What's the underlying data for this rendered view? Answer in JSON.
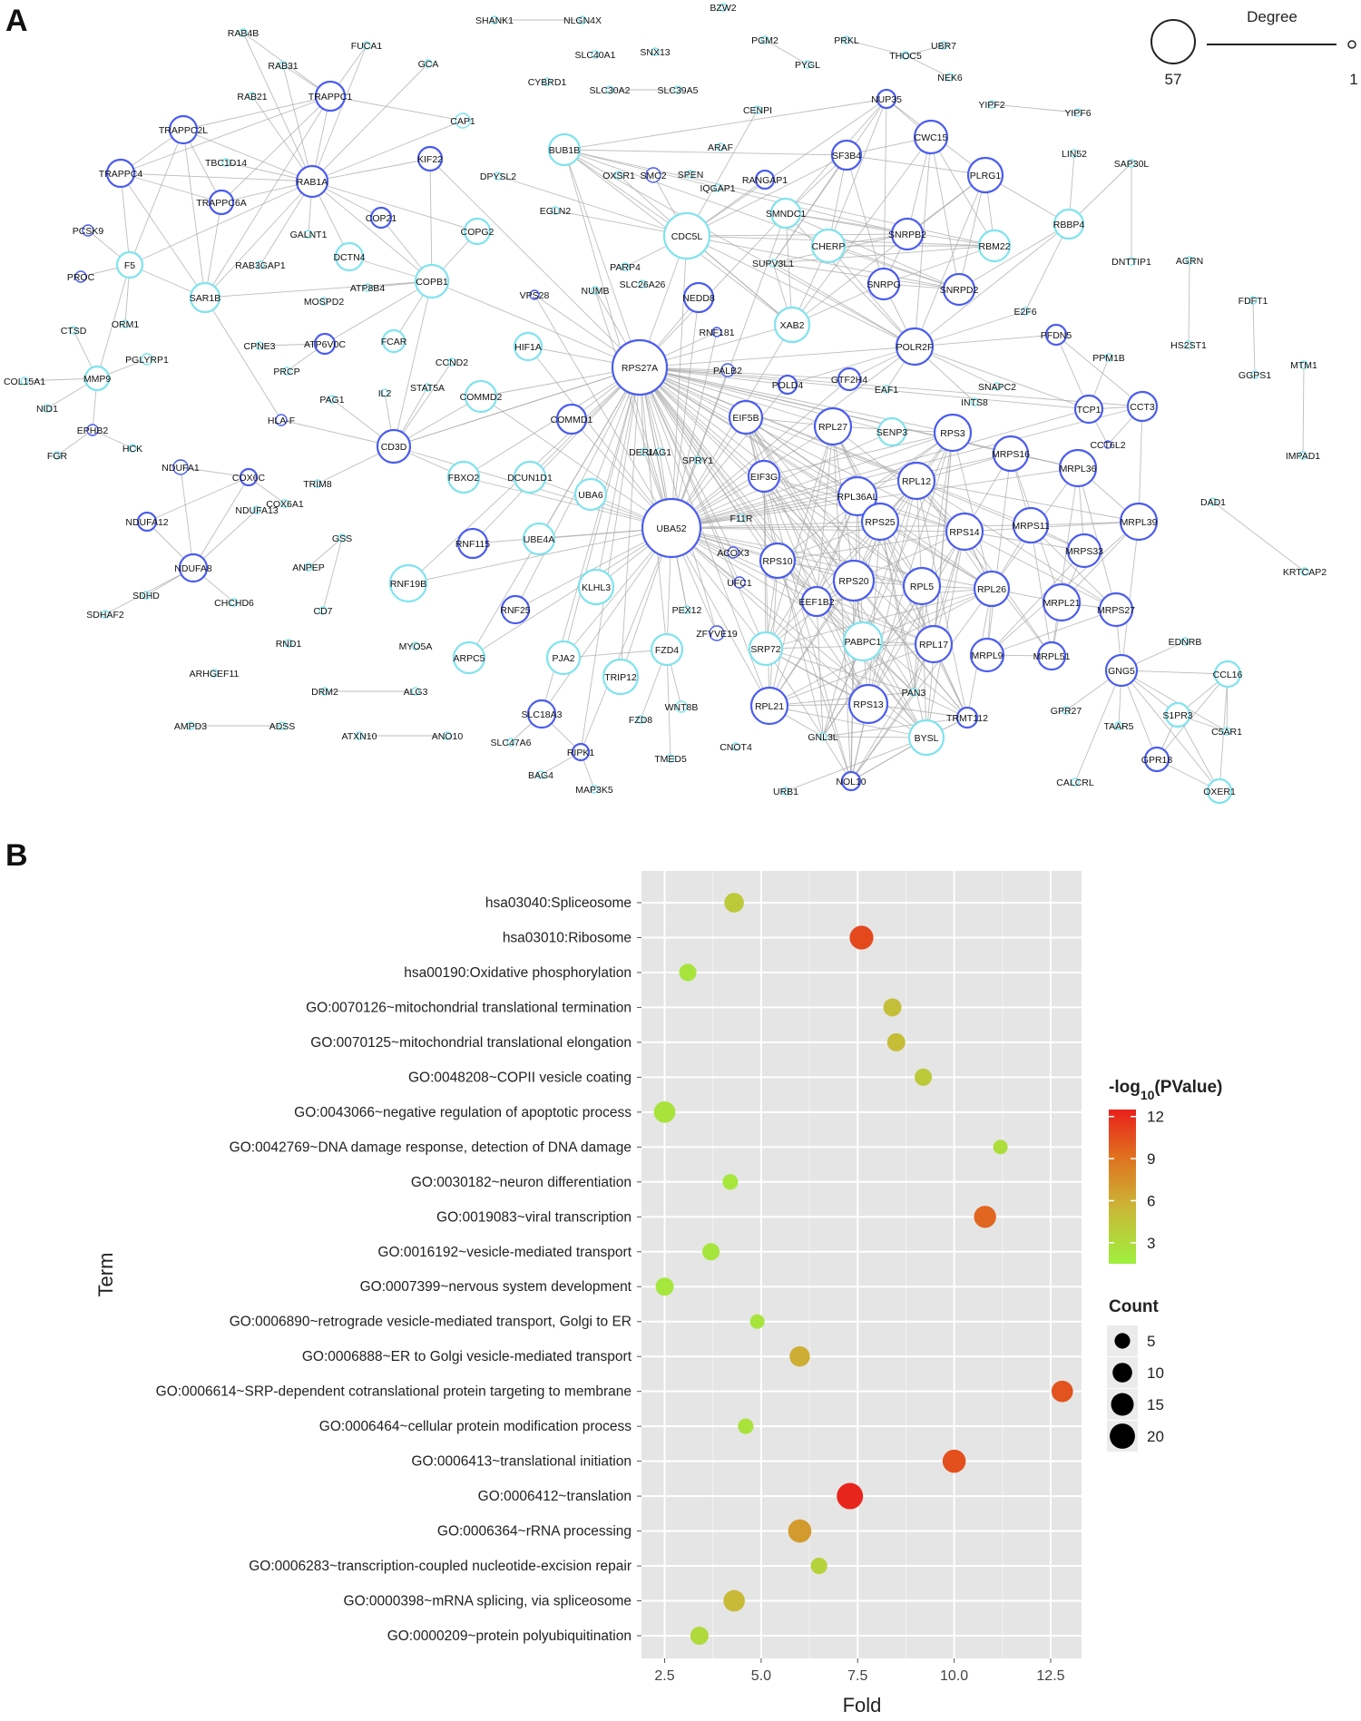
{
  "panels": {
    "a": "A",
    "b": "B"
  },
  "network_legend": {
    "title": "Degree",
    "max": "57",
    "min": "1"
  },
  "network": {
    "nodes": [
      "RAB4B",
      "RAB31",
      "RAB21",
      "TRAPPC1",
      "TRAPPC2L",
      "TRAPPC4",
      "TBC1D14",
      "TRAPPC6A",
      "RAB1A",
      "FUCA1",
      "GCA",
      "CAP1",
      "KIF22",
      "COP21",
      "COPG2",
      "DCTN4",
      "GALNT1",
      "RAB3GAP1",
      "COPB1",
      "ATP8B4",
      "MOSPD2",
      "FCAR",
      "CPNE3",
      "ATP6V0C",
      "PRCP",
      "PCSK9",
      "F5",
      "PROC",
      "SAR1B",
      "CTSD",
      "ORM1",
      "PGLYRP1",
      "MMP9",
      "COL15A1",
      "NID1",
      "EPHB2",
      "FGR",
      "HCK",
      "NDUFA1",
      "COX6C",
      "COX6A1",
      "NDUFA12",
      "NDUFA13",
      "NDUFA8",
      "SDHD",
      "SDHAF2",
      "CHCHD6",
      "GSS",
      "ANPEP",
      "CD7",
      "RND1",
      "ARHGEF11",
      "DRM2",
      "ALG3",
      "AMPD3",
      "ADSS",
      "ATXN10",
      "ANO10",
      "HLA-F",
      "TRIM8",
      "PAG1",
      "CCND2",
      "STAT5A",
      "IL2",
      "CD3D",
      "COMMD2",
      "FBXO2",
      "DCUN1D1",
      "COMMD1",
      "HIF1A",
      "VPS28",
      "RPS27A",
      "UBA6",
      "UBA52",
      "UBE4A",
      "RNF115",
      "RNF19B",
      "RNF25",
      "KLHL3",
      "ARPC5",
      "PJA2",
      "MYO5A",
      "SLC18A3",
      "SLC47A6",
      "RIPK1",
      "BAG4",
      "MAP3K5",
      "TRIP12",
      "FZD4",
      "FZD8",
      "WNT8B",
      "TMED5",
      "PEX12",
      "ZFYVE19",
      "SRP72",
      "CNOT4",
      "SHANK1",
      "NLGN4X",
      "SLC40A1",
      "CYBRD1",
      "SLC30A2",
      "SLC39A5",
      "SNX13",
      "BZW2",
      "PGM2",
      "PYGL",
      "PRKL",
      "THOC5",
      "UBR7",
      "NEK6",
      "BUB1B",
      "DPYSL2",
      "EGLN2",
      "OXSR1",
      "SMC2",
      "SPEN",
      "ARAF",
      "IQGAP1",
      "CENPI",
      "RANGAP1",
      "CDC5L",
      "PARP4",
      "SLC26A26",
      "NUMB",
      "NEDD8",
      "RNF181",
      "PALB2",
      "SMNDC1",
      "SUPV3L1",
      "XAB2",
      "POLD4",
      "GTF2H4",
      "EAF1",
      "SF3B4",
      "CHERP",
      "CWC15",
      "SNRPB2",
      "SNRPG",
      "SNRPD2",
      "PLRG1",
      "RBM22",
      "POLR2F",
      "NUP35",
      "YIPF2",
      "YIPF6",
      "LIN52",
      "SAP30L",
      "RBBP4",
      "DNTTIP1",
      "AGRN",
      "HS2ST1",
      "FDFT1",
      "GGPS1",
      "MTM1",
      "IMPAD1",
      "E2F6",
      "PFDN5",
      "PPM1B",
      "SNAPC2",
      "INTS8",
      "TCP1",
      "CCT3",
      "CCT6L2",
      "EIF5B",
      "EIF3G",
      "RPL27",
      "SENP3",
      "RPS3",
      "MRPS16",
      "MRPL36",
      "MRPL39",
      "DERL1",
      "JAG1",
      "SPRY1",
      "F11R",
      "ACOX3",
      "UFC1",
      "RPS10",
      "EEF1B2",
      "RPL36AL",
      "RPS25",
      "RPL12",
      "RPS14",
      "MRPS11",
      "MRPS33",
      "DAD1",
      "KRTCAP2",
      "RPS20",
      "RPL5",
      "RPL26",
      "MRPL21",
      "MRPS27",
      "PABPC1",
      "RPL17",
      "MRPL9",
      "MRPL51",
      "GNG5",
      "EDNRB",
      "CCL16",
      "RPL21",
      "RPS13",
      "PAN3",
      "TRMT112",
      "GPR27",
      "TAAR5",
      "S1PR3",
      "C5AR1",
      "GPR18",
      "OXER1",
      "CALCRL",
      "GNL3L",
      "BYSL",
      "URB1",
      "NOL10"
    ]
  },
  "chart_data": {
    "type": "scatter",
    "xlabel": "Fold",
    "ylabel": "Term",
    "xlim": [
      1.9,
      13.3
    ],
    "xticks": [
      "2.5",
      "5.0",
      "7.5",
      "10.0",
      "12.5"
    ],
    "grid": true,
    "terms": [
      {
        "term": "hsa03040:Spliceosome",
        "fold": 4.3,
        "log_p": 4.2,
        "count": 10
      },
      {
        "term": "hsa03010:Ribosome",
        "fold": 7.6,
        "log_p": 10.8,
        "count": 17
      },
      {
        "term": "hsa00190:Oxidative phosphorylation",
        "fold": 3.1,
        "log_p": 2.3,
        "count": 7
      },
      {
        "term": "GO:0070126~mitochondrial translational termination",
        "fold": 8.4,
        "log_p": 4.9,
        "count": 8
      },
      {
        "term": "GO:0070125~mitochondrial translational elongation",
        "fold": 8.5,
        "log_p": 5.1,
        "count": 8
      },
      {
        "term": "GO:0048208~COPII vesicle coating",
        "fold": 9.2,
        "log_p": 4.2,
        "count": 7
      },
      {
        "term": "GO:0043066~negative regulation of apoptotic process",
        "fold": 2.5,
        "log_p": 2.5,
        "count": 13
      },
      {
        "term": "GO:0042769~DNA damage response, detection of DNA damage",
        "fold": 11.2,
        "log_p": 2.8,
        "count": 4
      },
      {
        "term": "GO:0030182~neuron differentiation",
        "fold": 4.2,
        "log_p": 2.1,
        "count": 5
      },
      {
        "term": "GO:0019083~viral transcription",
        "fold": 10.8,
        "log_p": 9.6,
        "count": 14
      },
      {
        "term": "GO:0016192~vesicle-mediated transport",
        "fold": 3.7,
        "log_p": 2.2,
        "count": 7
      },
      {
        "term": "GO:0007399~nervous system development",
        "fold": 2.5,
        "log_p": 2.1,
        "count": 8
      },
      {
        "term": "GO:0006890~retrograde vesicle-mediated transport, Golgi to ER",
        "fold": 4.9,
        "log_p": 2.3,
        "count": 4
      },
      {
        "term": "GO:0006888~ER to Golgi vesicle-mediated transport",
        "fold": 6.0,
        "log_p": 6.0,
        "count": 11
      },
      {
        "term": "GO:0006614~SRP-dependent cotranslational protein targeting to membrane",
        "fold": 12.8,
        "log_p": 10.4,
        "count": 13
      },
      {
        "term": "GO:0006464~cellular protein modification process",
        "fold": 4.6,
        "log_p": 2.5,
        "count": 5
      },
      {
        "term": "GO:0006413~translational initiation",
        "fold": 10.0,
        "log_p": 10.5,
        "count": 16
      },
      {
        "term": "GO:0006412~translation",
        "fold": 7.3,
        "log_p": 12.3,
        "count": 22
      },
      {
        "term": "GO:0006364~rRNA processing",
        "fold": 6.0,
        "log_p": 7.0,
        "count": 16
      },
      {
        "term": "GO:0006283~transcription-coupled nucleotide-excision repair",
        "fold": 6.5,
        "log_p": 3.6,
        "count": 6
      },
      {
        "term": "GO:0000398~mRNA splicing, via spliceosome",
        "fold": 4.3,
        "log_p": 5.3,
        "count": 13
      },
      {
        "term": "GO:0000209~protein polyubiquitination",
        "fold": 3.4,
        "log_p": 3.1,
        "count": 8
      }
    ],
    "color_legend": {
      "title_prefix": "-log",
      "title_sub": "10",
      "title_suffix": "(PValue)",
      "ticks": [
        "12",
        "9",
        "6",
        "3"
      ],
      "range": [
        1.5,
        12.5
      ],
      "colors": [
        "#9ef03d",
        "#c9b937",
        "#e0701f",
        "#e8201c"
      ]
    },
    "size_legend": {
      "title": "Count",
      "ticks": [
        "5",
        "10",
        "15",
        "20"
      ]
    }
  }
}
